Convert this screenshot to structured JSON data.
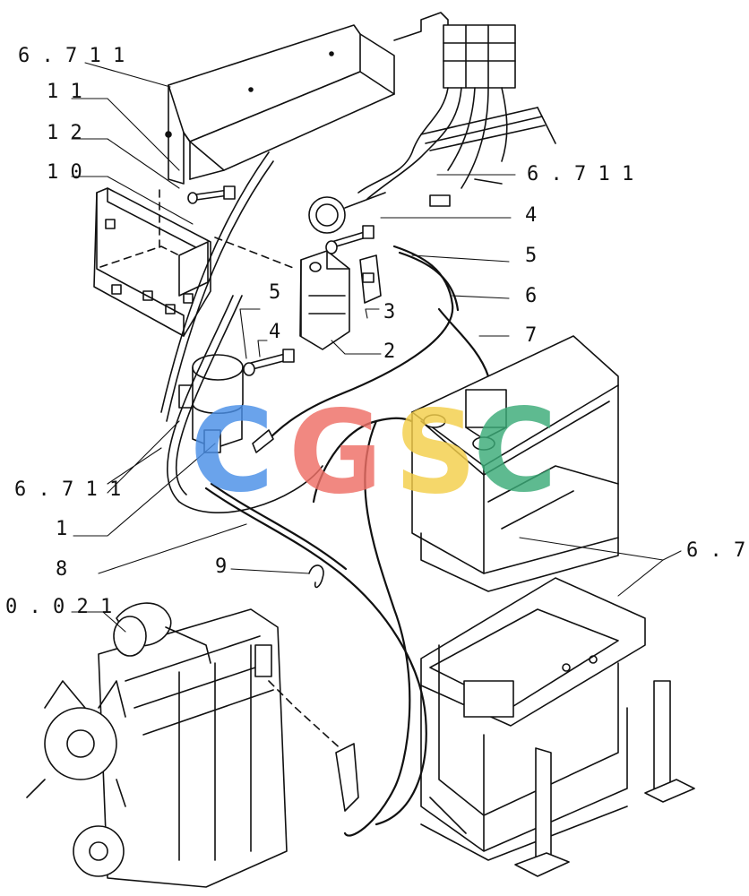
{
  "callouts": {
    "c_6711_top": "6 . 7 1 1",
    "c_11": "1 1",
    "c_12": "1 2",
    "c_10": "1 0",
    "c_6711_right": "6 . 7 1 1",
    "c_4_top": "4",
    "c_5_right": "5",
    "c_6": "6",
    "c_7": "7",
    "c_5_left": "5",
    "c_4_left": "4",
    "c_3": "3",
    "c_2": "2",
    "c_6711_left": "6 . 7 1 1",
    "c_1": "1",
    "c_8": "8",
    "c_9": "9",
    "c_67": "6 . 7",
    "c_0021": "0 . 0 2 1"
  },
  "watermark": {
    "letters": [
      "C",
      "G",
      "S",
      "C"
    ],
    "colors": [
      "#4a8fe7",
      "#ee6f66",
      "#f4cf4a",
      "#3bab78"
    ]
  }
}
